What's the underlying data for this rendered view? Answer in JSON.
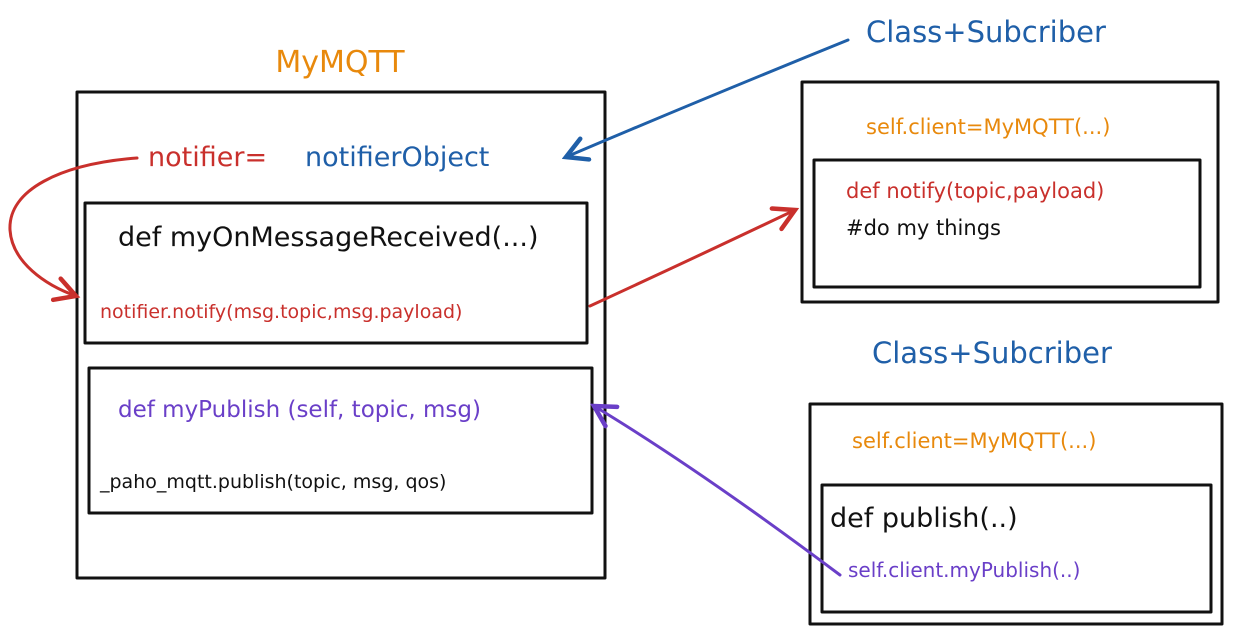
{
  "colors": {
    "orange": "#e8890c",
    "red": "#c9302c",
    "blue": "#1f5fa8",
    "purple": "#6a3fc8",
    "black": "#111111"
  },
  "mymqtt": {
    "title": "MyMQTT",
    "notifier_assign": "notifier=",
    "notifier_object": "notifierObject",
    "on_message": {
      "def": "def myOnMessageReceived(...)",
      "call": "notifier.notify(msg.topic,msg.payload)"
    },
    "publish": {
      "def": "def myPublish (self, topic, msg)",
      "call": "_paho_mqtt.publish(topic, msg, qos)"
    }
  },
  "subscriber_top": {
    "title": "Class+Subcriber",
    "client": "self.client=MyMQTT(...)",
    "notify_def": "def notify(topic,payload)",
    "notify_body": "#do my things"
  },
  "subscriber_bottom": {
    "title": "Class+Subcriber",
    "client": "self.client=MyMQTT(...)",
    "publish_def": "def publish(..)",
    "publish_call": "self.client.myPublish(..)"
  }
}
